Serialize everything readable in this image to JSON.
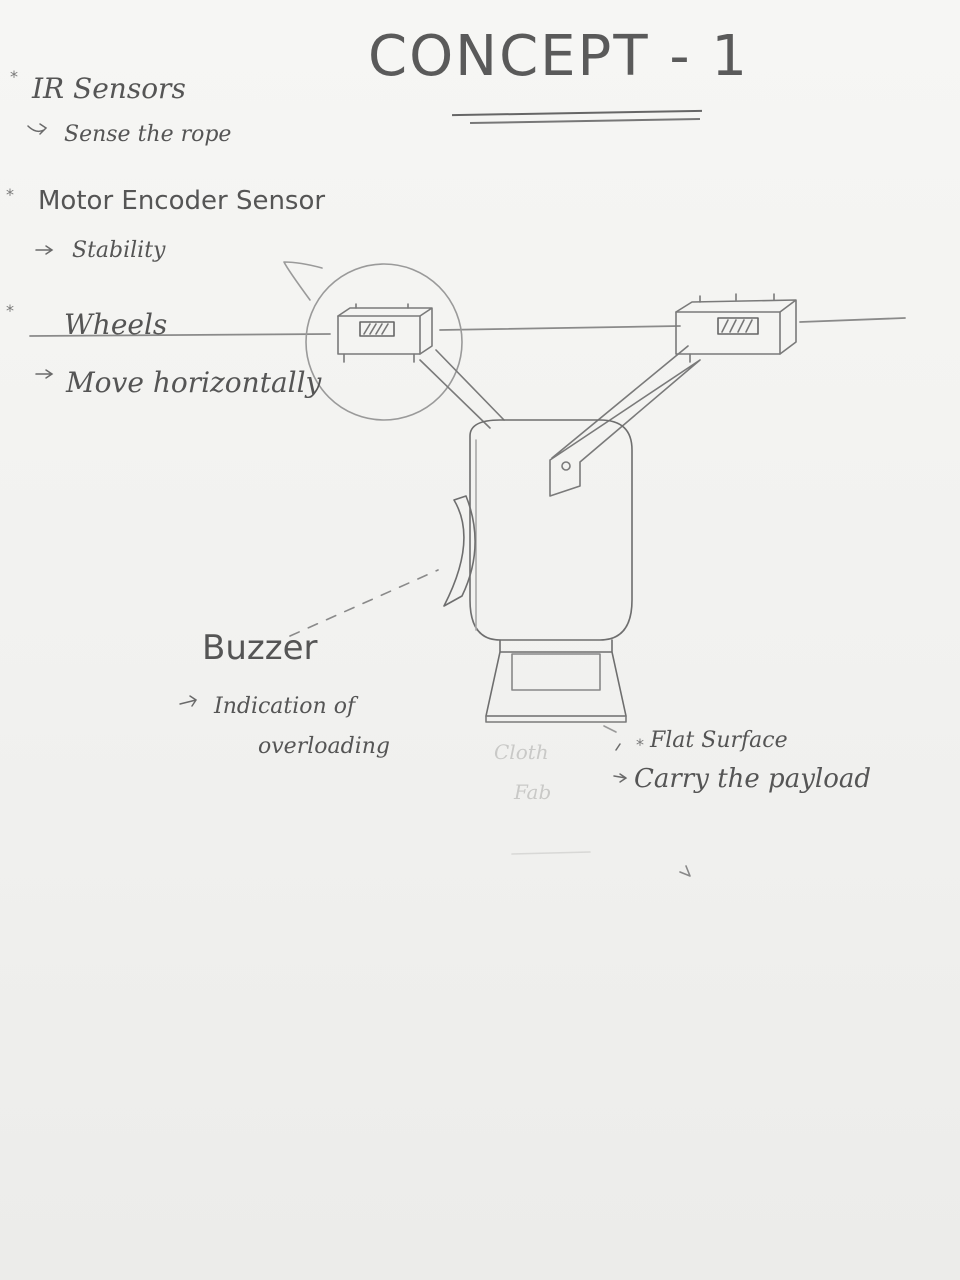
{
  "title": "CONCEPT - 1",
  "notes": {
    "ir_heading": "IR Sensors",
    "ir_detail": "Sense the rope",
    "motor_heading": "Motor Encoder Sensor",
    "motor_detail": "Stability",
    "wheels_heading": "Wheels",
    "wheels_detail": "Move horizontally",
    "buzzer_heading": "Buzzer",
    "buzzer_detail_1": "Indication of",
    "buzzer_detail_2": "overloading",
    "flat_heading": "Flat Surface",
    "flat_detail": "Carry the payload",
    "faint_1": "Cloth",
    "faint_2": "Fab"
  },
  "colors": {
    "ink": "#555555",
    "paper": "#f4f4f2",
    "shade": "#8c8c8a"
  }
}
